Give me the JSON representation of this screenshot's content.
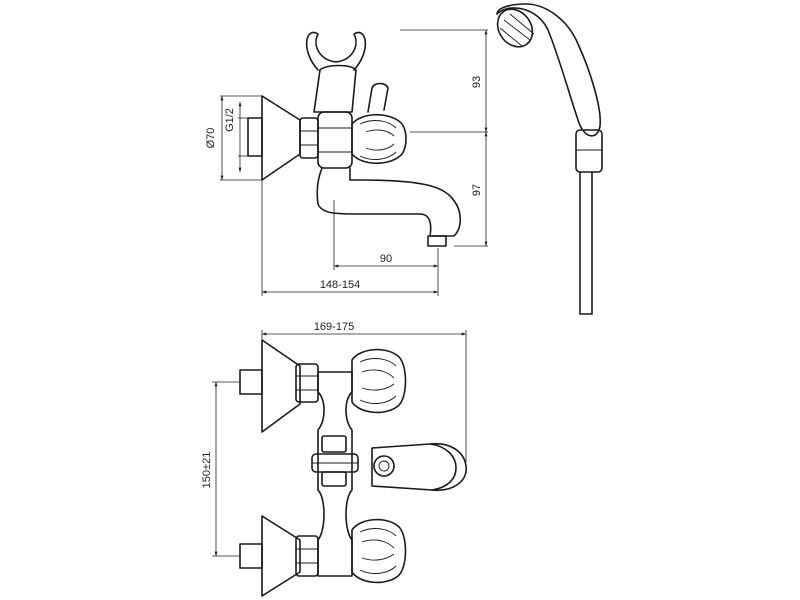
{
  "dimensions": {
    "d70": "Ø70",
    "g12": "G1/2",
    "h93": "93",
    "h97": "97",
    "w90": "90",
    "w148": "148-154",
    "w169": "169-175",
    "h150": "150±21"
  },
  "colors": {
    "line": "#1a1a1a",
    "background": "#ffffff"
  }
}
